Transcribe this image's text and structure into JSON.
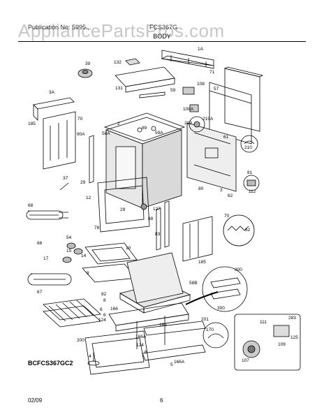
{
  "header": {
    "watermark": "AppliancePartsPros.com",
    "left_text": "Publication No: 5995...",
    "mid_text": "FCS367G",
    "title": "BODY"
  },
  "footer": {
    "model_code": "BCFCS367GC2",
    "date": "02/09",
    "page": "6"
  },
  "labels": {
    "l1a": "1A",
    "l132": "132",
    "l39": "39",
    "l71": "71",
    "l131": "131",
    "l108": "108",
    "l57": "57",
    "l3a": "3A",
    "l59": "59",
    "l108a": "108A",
    "l70a": "70",
    "l185a": "185",
    "l89": "89",
    "l2": "2",
    "l219": "219",
    "l219a": "219A",
    "l58a": "58A",
    "l90a": "90A",
    "l59a": "59A",
    "l61": "61",
    "l210": "210",
    "l81": "81",
    "l37": "37",
    "l29a": "29",
    "l80": "80",
    "l112": "112",
    "l12": "12",
    "l3": "3",
    "l62a": "62",
    "l68a": "68",
    "l29b": "29",
    "l127": "127",
    "l88": "88",
    "l70b": "70",
    "l62b": "62",
    "l78": "78",
    "l68b": "68",
    "l83": "83",
    "l10": "10",
    "l90b": "90",
    "l54": "54",
    "l15": "15",
    "l14": "14",
    "l185b": "185",
    "l17": "17",
    "l9": "9",
    "l67": "67",
    "l58b": "58B",
    "l300a": "300",
    "l82": "82",
    "l8": "8",
    "l6a": "6",
    "l166a": "166",
    "l300b": "300",
    "l124a": "124",
    "l6b": "6",
    "l166b": "166",
    "l201": "201",
    "l111": "111",
    "l283": "283",
    "l200": "200",
    "l166a2": "166A",
    "l170": "170",
    "l109": "109",
    "l125": "125",
    "l124b": "124",
    "l6c": "6",
    "l166a3": "166A",
    "l5": "5",
    "l107": "107",
    "l4": "4"
  }
}
